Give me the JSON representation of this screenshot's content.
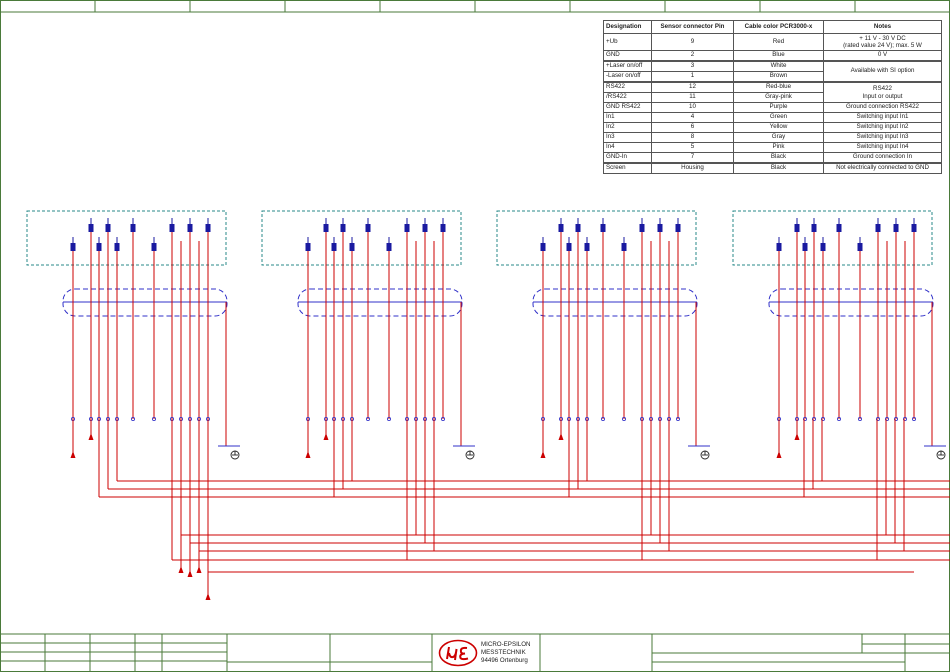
{
  "table": {
    "headers": [
      "Designation",
      "Sensor connector Pin",
      "Cable color PCR3000-x",
      "Notes"
    ],
    "rows": [
      {
        "designation": "+Ub",
        "pin": "9",
        "color": "Red",
        "notes_line1": "+ 11 V - 30 V DC",
        "notes_line2": "(rated value 24 V); max. 5 W"
      },
      {
        "designation": "GND",
        "pin": "2",
        "color": "Blue",
        "notes": "0 V"
      },
      {
        "designation": "+Laser on/off",
        "pin": "3",
        "color": "White"
      },
      {
        "designation": "-Laser on/off",
        "pin": "1",
        "color": "Brown"
      },
      {
        "designation": "RS422",
        "pin": "12",
        "color": "Red-blue"
      },
      {
        "designation": "/RS422",
        "pin": "11",
        "color": "Gray-pink"
      },
      {
        "designation": "GND RS422",
        "pin": "10",
        "color": "Purple",
        "notes": "Ground connection RS422"
      },
      {
        "designation": "In1",
        "pin": "4",
        "color": "Green",
        "notes": "Switching input In1"
      },
      {
        "designation": "In2",
        "pin": "6",
        "color": "Yellow",
        "notes": "Switching input In2"
      },
      {
        "designation": "In3",
        "pin": "8",
        "color": "Gray",
        "notes": "Switching input In3"
      },
      {
        "designation": "In4",
        "pin": "5",
        "color": "Pink",
        "notes": "Switching input In4"
      },
      {
        "designation": "GND-In",
        "pin": "7",
        "color": "Black",
        "notes": "Ground connection In"
      },
      {
        "designation": "Screen",
        "pin": "Housing",
        "color": "Black",
        "notes": "Not electrically connected to GND"
      }
    ],
    "laser_notes": "Available with SI option",
    "rs422_notes_line1": "RS422",
    "rs422_notes_line2": "Input or output"
  },
  "title_block": {
    "company_line1": "MICRO-EPSILON",
    "company_line2": "MESSTECHNIK",
    "company_line3": "94496 Ortenburg"
  },
  "colors": {
    "frame": "#4a7a3a",
    "sensor_box": "#2a8a8a",
    "cable_screen": "#3030c8",
    "wire": "#cc0000",
    "connector": "#1a1aa0",
    "logo": "#cc0000"
  }
}
